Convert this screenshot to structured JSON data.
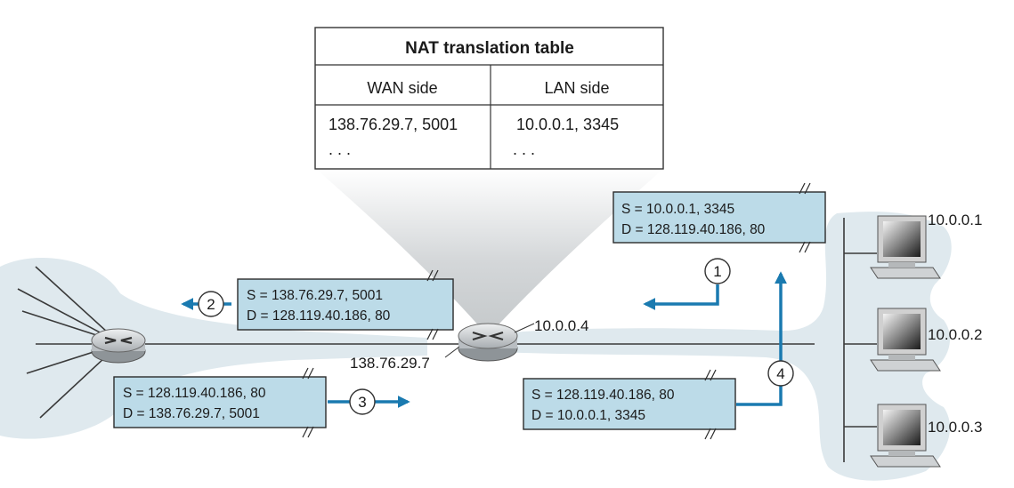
{
  "nat_table": {
    "title": "NAT translation table",
    "header_wan": "WAN side",
    "header_lan": "LAN side",
    "row_wan": "138.76.29.7, 5001",
    "row_lan": "10.0.0.1, 3345",
    "ellipsis_wan": ". . .",
    "ellipsis_lan": ". . ."
  },
  "router": {
    "lan_ip": "10.0.0.4",
    "wan_ip": "138.76.29.7"
  },
  "hosts": [
    {
      "label": "10.0.0.1"
    },
    {
      "label": "10.0.0.2"
    },
    {
      "label": "10.0.0.3"
    }
  ],
  "packets": [
    {
      "step": "1",
      "s": "S = 10.0.0.1, 3345",
      "d": "D = 128.119.40.186, 80"
    },
    {
      "step": "2",
      "s": "S = 138.76.29.7, 5001",
      "d": "D = 128.119.40.186, 80"
    },
    {
      "step": "3",
      "s": "S = 128.119.40.186, 80",
      "d": "D = 138.76.29.7, 5001"
    },
    {
      "step": "4",
      "s": "S = 128.119.40.186, 80",
      "d": "D = 10.0.0.1, 3345"
    }
  ],
  "colors": {
    "packet_fill": "#bcdbe8",
    "flow_arrow": "#1a7ab0",
    "network_shade": "#dfe9ee"
  }
}
